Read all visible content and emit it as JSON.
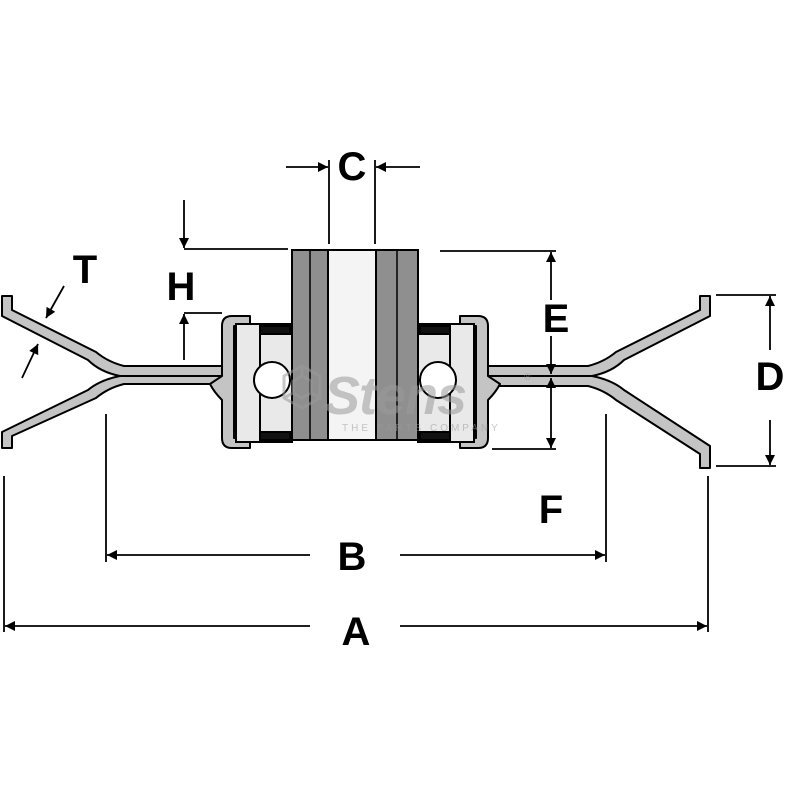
{
  "dimensions": {
    "a": "A",
    "b": "B",
    "c": "C",
    "d": "D",
    "e": "E",
    "f": "F",
    "h": "H",
    "t": "T"
  },
  "watermark": {
    "brand": "Stens",
    "tagline": "THE PARTS COMPANY",
    "trademark": "®"
  },
  "colors": {
    "line": "#000000",
    "metal": "#c4c4c4",
    "bushing": "#8f8f8f",
    "bearing_face": "#e9e9e9",
    "watermark": "#9a9a9a"
  }
}
